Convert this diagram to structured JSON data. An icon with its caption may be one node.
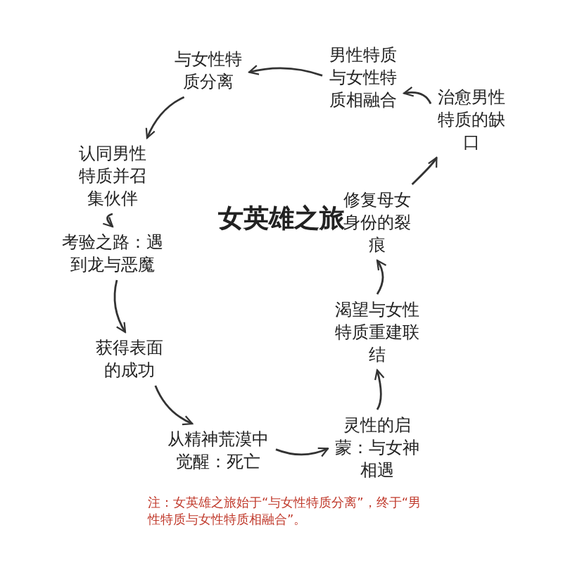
{
  "diagram": {
    "title": "女英雄之旅",
    "nodes": [
      {
        "text": [
          "与女性特质分离"
        ]
      },
      {
        "text": [
          "认同男性特质并召集伙伴"
        ]
      },
      {
        "text": [
          "考验之路：遇到龙与恶魔"
        ]
      },
      {
        "text": [
          "获得表面的成功"
        ]
      },
      {
        "text": [
          "从精神荒漠中觉醒：死亡"
        ]
      },
      {
        "text": [
          "灵性的启蒙：与女神相遇"
        ]
      },
      {
        "text": [
          "渴望与女性特质重建联结"
        ]
      },
      {
        "text": [
          "修复母女身份的裂痕"
        ]
      },
      {
        "text": [
          "治愈男性特质的缺口"
        ]
      },
      {
        "text": [
          "男性特质与女性特质相融合"
        ]
      }
    ],
    "edges": [
      {
        "from": 0,
        "to": 1,
        "arrow": "to"
      },
      {
        "from": 1,
        "to": 2,
        "arrow": "to"
      },
      {
        "from": 2,
        "to": 3,
        "arrow": "to"
      },
      {
        "from": 3,
        "to": 4,
        "arrow": "to"
      },
      {
        "from": 4,
        "to": 5,
        "arrow": "to"
      },
      {
        "from": 5,
        "to": 6,
        "arrow": "to"
      },
      {
        "from": 6,
        "to": 7,
        "arrow": "to"
      },
      {
        "from": 7,
        "to": 8,
        "arrow": "to"
      },
      {
        "from": 8,
        "to": 9,
        "arrow": "to"
      },
      {
        "from": 9,
        "to": 0,
        "arrow": "to"
      }
    ],
    "labels": [
      "注：女英雄之旅始于“与女性特质分离”，终于“男性特质与女性特质相融合”。"
    ]
  }
}
